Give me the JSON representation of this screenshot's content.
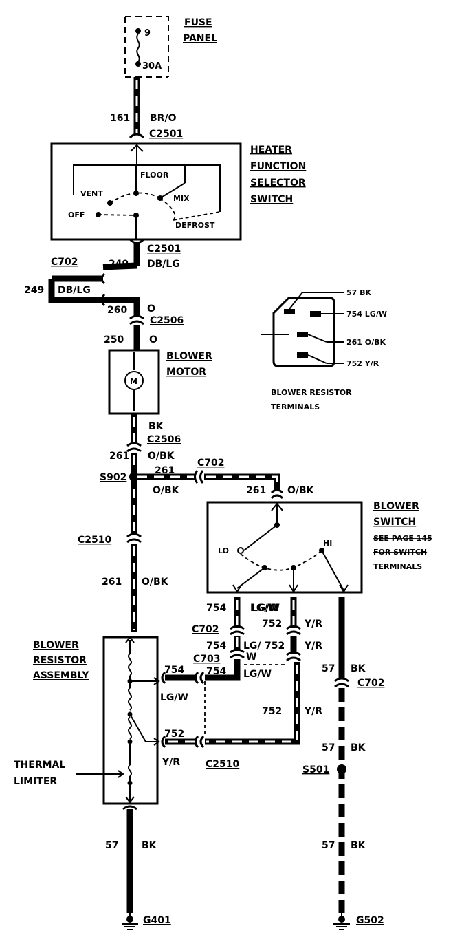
{
  "fuse_panel": {
    "title_line1": "FUSE",
    "title_line2": "PANEL",
    "fuse_number": "9",
    "fuse_rating": "30A"
  },
  "circuit_161": {
    "number": "161",
    "color": "BR/O",
    "connector": "C2501"
  },
  "heater_switch": {
    "title": [
      "HEATER",
      "FUNCTION",
      "SELECTOR",
      "SWITCH"
    ],
    "positions": {
      "floor": "FLOOR",
      "vent": "VENT",
      "mix": "MIX",
      "off": "OFF",
      "defrost": "DEFROST"
    },
    "bottom_connector": "C2501"
  },
  "circuit_249": {
    "connector": "C702",
    "number": "249",
    "color": "DB/LG"
  },
  "circuit_260": {
    "number": "260",
    "color": "O",
    "connector": "C2506"
  },
  "circuit_250": {
    "number": "250",
    "color": "O"
  },
  "blower_motor": {
    "title_line1": "BLOWER",
    "title_line2": "MOTOR",
    "symbol": "M"
  },
  "motor_ground_wire": {
    "color": "BK",
    "connector": "C2506"
  },
  "circuit_261": {
    "number": "261",
    "color": "O/BK",
    "splice": "S902",
    "connector_c702": "C702",
    "connector_c2510": "C2510"
  },
  "blower_resistor_terminals": {
    "title_line1": "BLOWER RESISTOR",
    "title_line2": "TERMINALS",
    "terminals": [
      "57 BK",
      "754 LG/W",
      "261 O/BK",
      "752 Y/R"
    ]
  },
  "blower_switch": {
    "title_line1": "BLOWER",
    "title_line2": "SWITCH",
    "note_line1": "SEE PAGE 145",
    "note_line2": "FOR SWITCH",
    "note_line3": "TERMINALS",
    "lo": "LO",
    "hi": "HI"
  },
  "circuit_754": {
    "number": "754",
    "color": "LG/W",
    "color_top": "LG/",
    "color_bottom": "W",
    "connector_c702": "C702",
    "connector_c703": "C703"
  },
  "circuit_752": {
    "number": "752",
    "color": "Y/R",
    "connector": "C2510"
  },
  "circuit_57": {
    "number": "57",
    "color": "BK",
    "connector": "C702",
    "splice": "S501"
  },
  "blower_resistor_assembly": {
    "title": [
      "BLOWER",
      "RESISTOR",
      "ASSEMBLY"
    ]
  },
  "thermal_limiter": {
    "label_line1": "THERMAL",
    "label_line2": "LIMITER"
  },
  "grounds": {
    "left": "G401",
    "right": "G502"
  }
}
